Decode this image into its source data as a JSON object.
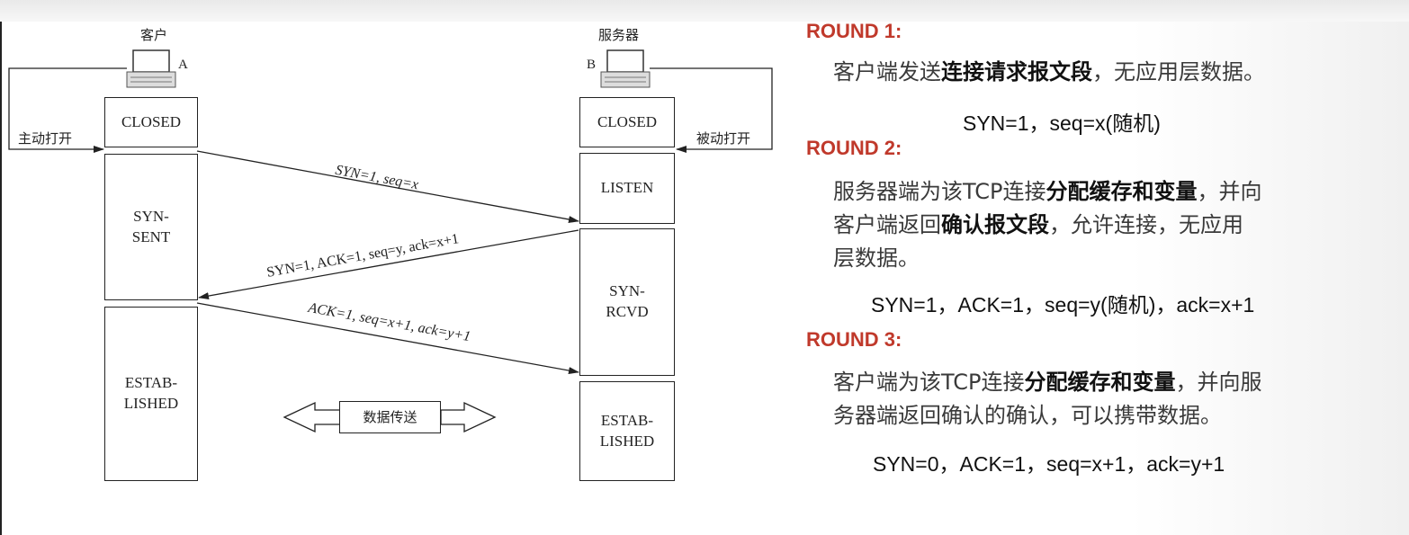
{
  "diagram": {
    "client_label": "客户",
    "server_label": "服务器",
    "host_a": "A",
    "host_b": "B",
    "active_open": "主动打开",
    "passive_open": "被动打开",
    "client_states": [
      "CLOSED",
      "SYN-\nSENT",
      "ESTAB-\nLISHED"
    ],
    "server_states": [
      "CLOSED",
      "LISTEN",
      "SYN-\nRCVD",
      "ESTAB-\nLISHED"
    ],
    "msg1": "SYN=1, seq=x",
    "msg2": "SYN=1, ACK=1, seq=y, ack=x+1",
    "msg3": "ACK=1, seq=x+1, ack=y+1",
    "data_transfer": "数据传送"
  },
  "rounds": [
    {
      "title": "ROUND 1:",
      "lines": [
        [
          {
            "t": "客户端发送",
            "b": false
          },
          {
            "t": "连接请求报文段",
            "b": true
          },
          {
            "t": "，无应用层数据。",
            "b": false
          }
        ]
      ],
      "formula": "SYN=1，seq=x(随机)"
    },
    {
      "title": "ROUND 2:",
      "lines": [
        [
          {
            "t": "服务器端为该TCP连接",
            "b": false
          },
          {
            "t": "分配缓存和变量",
            "b": true
          },
          {
            "t": "，并向",
            "b": false
          }
        ],
        [
          {
            "t": "客户端返回",
            "b": false
          },
          {
            "t": "确认报文段",
            "b": true
          },
          {
            "t": "，允许连接，无应用",
            "b": false
          }
        ],
        [
          {
            "t": "层数据。",
            "b": false
          }
        ]
      ],
      "formula": "SYN=1，ACK=1，seq=y(随机)，ack=x+1"
    },
    {
      "title": "ROUND 3:",
      "lines": [
        [
          {
            "t": "客户端为该TCP连接",
            "b": false
          },
          {
            "t": "分配缓存和变量",
            "b": true
          },
          {
            "t": "，并向服",
            "b": false
          }
        ],
        [
          {
            "t": "务器端返回确认的确认，可以携带数据。",
            "b": false
          }
        ]
      ],
      "formula": "SYN=0，ACK=1，seq=x+1，ack=y+1"
    }
  ]
}
